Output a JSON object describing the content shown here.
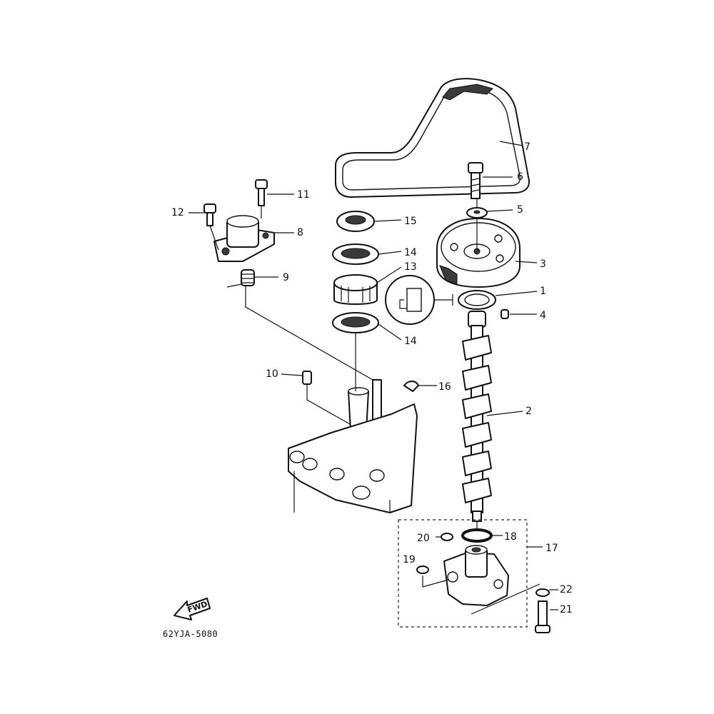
{
  "diagram": {
    "drawing_code": "62YJA-5080",
    "direction_label": "FWD",
    "callouts": [
      "1",
      "2",
      "3",
      "4",
      "5",
      "6",
      "7",
      "8",
      "9",
      "10",
      "11",
      "12",
      "13",
      "14",
      "14",
      "15",
      "16",
      "17",
      "18",
      "19",
      "20",
      "21",
      "22"
    ]
  }
}
